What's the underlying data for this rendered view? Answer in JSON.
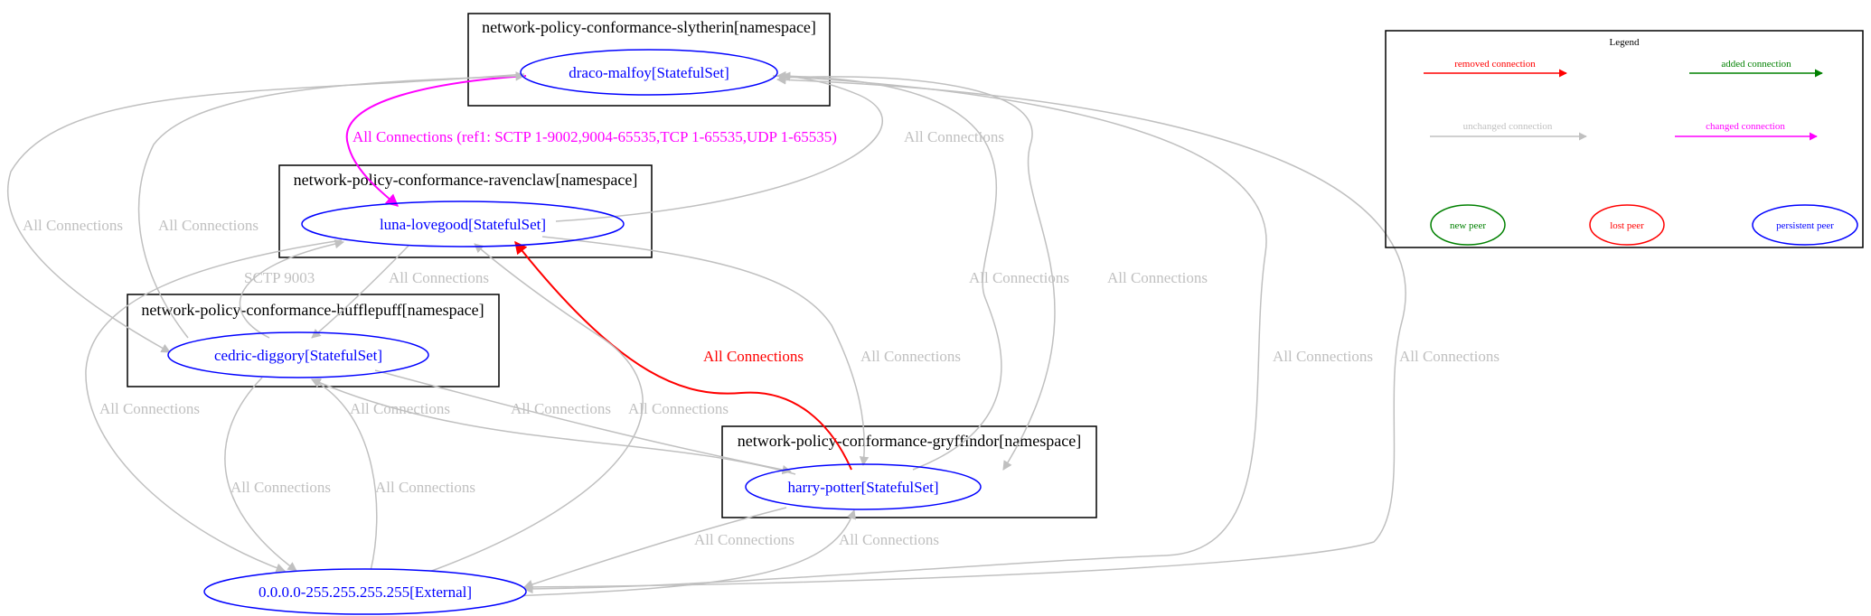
{
  "colors": {
    "removed": "#ff0000",
    "added": "#008000",
    "unchanged": "#c0c0c0",
    "changed": "#ff00ff",
    "persistent": "#0000ff",
    "black": "#000000"
  },
  "namespaces": {
    "slytherin": "network-policy-conformance-slytherin[namespace]",
    "ravenclaw": "network-policy-conformance-ravenclaw[namespace]",
    "hufflepuff": "network-policy-conformance-hufflepuff[namespace]",
    "gryffindor": "network-policy-conformance-gryffindor[namespace]"
  },
  "nodes": {
    "draco": "draco-malfoy[StatefulSet]",
    "luna": "luna-lovegood[StatefulSet]",
    "cedric": "cedric-diggory[StatefulSet]",
    "harry": "harry-potter[StatefulSet]",
    "external": "0.0.0.0-255.255.255.255[External]"
  },
  "edge_labels": {
    "draco_luna": "All Connections (ref1: SCTP 1-9002,9004-65535,TCP 1-65535,UDP 1-65535)",
    "luna_draco": "All Connections",
    "draco_cedric": "All Connections",
    "cedric_draco": "All Connections",
    "cedric_luna": "SCTP 9003",
    "luna_cedric": "All Connections",
    "luna_external": "All Connections",
    "harry_luna": "All Connections",
    "luna_harry": "All Connections",
    "draco_harry": "All Connections",
    "harry_draco": "All Connections",
    "harry_cedric": "All Connections",
    "cedric_harry": "All Connections",
    "external_luna": "All Connections",
    "draco_external": "All Connections",
    "external_draco": "All Connections",
    "cedric_external": "All Connections",
    "external_cedric": "All Connections",
    "harry_external": "All Connections",
    "external_harry": "All Connections"
  },
  "legend": {
    "title": "Legend",
    "removed_connection": "removed connection",
    "added_connection": "added connection",
    "unchanged_connection": "unchanged connection",
    "changed_connection": "changed connection",
    "new_peer": "new peer",
    "lost_peer": "lost peer",
    "persistent_peer": "persistent peer"
  }
}
